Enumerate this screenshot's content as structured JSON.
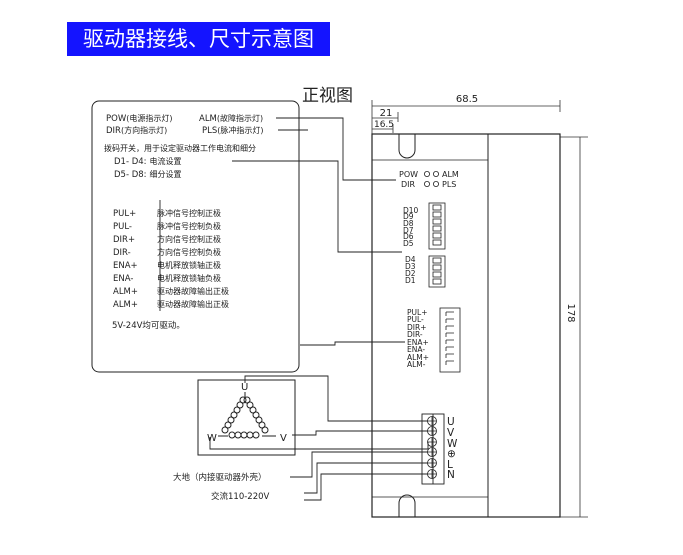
{
  "header": {
    "title": "驱动器接线、尺寸示意图"
  },
  "view_title": "正视图",
  "dimensions": {
    "width_total": "68.5",
    "dim_21": "21",
    "dim_16_5": "16.5",
    "height": "178"
  },
  "legend": {
    "indicators": [
      {
        "code": "POW",
        "desc": "(电源指示灯)"
      },
      {
        "code": "ALM",
        "desc": "(故障指示灯)"
      },
      {
        "code": "DIR",
        "desc": "(方向指示灯)"
      },
      {
        "code": "PLS",
        "desc": "(脉冲指示灯)"
      }
    ],
    "dip_note": "拨码开关，用于设定驱动器工作电流和细分",
    "dip_rows": [
      {
        "code": "D1- D4:",
        "desc": "电流设置"
      },
      {
        "code": "D5- D8:",
        "desc": "细分设置"
      }
    ],
    "signals": [
      {
        "code": "PUL+",
        "desc": "脉冲信号控制正极"
      },
      {
        "code": "PUL-",
        "desc": "脉冲信号控制负极"
      },
      {
        "code": "DIR+",
        "desc": "方向信号控制正极"
      },
      {
        "code": "DIR-",
        "desc": "方向信号控制负极"
      },
      {
        "code": "ENA+",
        "desc": "电机释放锁轴正极"
      },
      {
        "code": "ENA-",
        "desc": "电机释放锁轴负极"
      },
      {
        "code": "ALM+",
        "desc": "驱动器故障输出正极"
      },
      {
        "code": "ALM+",
        "desc": "驱动器故障输出正极"
      }
    ],
    "voltage_note": "5V-24V均可驱动。"
  },
  "motor": {
    "u": "U",
    "v": "V",
    "w": "W"
  },
  "panel": {
    "led_row1": {
      "left": "POW",
      "right": "ALM"
    },
    "led_row2": {
      "left": "DIR",
      "right": "PLS"
    },
    "dip_labels_top": [
      "D10",
      "D9",
      "D8",
      "D7",
      "D6",
      "D5"
    ],
    "dip_labels_bottom": [
      "D4",
      "D3",
      "D2",
      "D1"
    ],
    "signal_labels": [
      "PUL+",
      "PUL-",
      "DIR+",
      "DIR-",
      "ENA+",
      "ENA-",
      "ALM+",
      "ALM-"
    ],
    "terminals": [
      "U",
      "V",
      "W",
      "⊕",
      "L",
      "N"
    ]
  },
  "ground_label": "大地（内接驱动器外壳）",
  "ac_label": "交流110-220V"
}
